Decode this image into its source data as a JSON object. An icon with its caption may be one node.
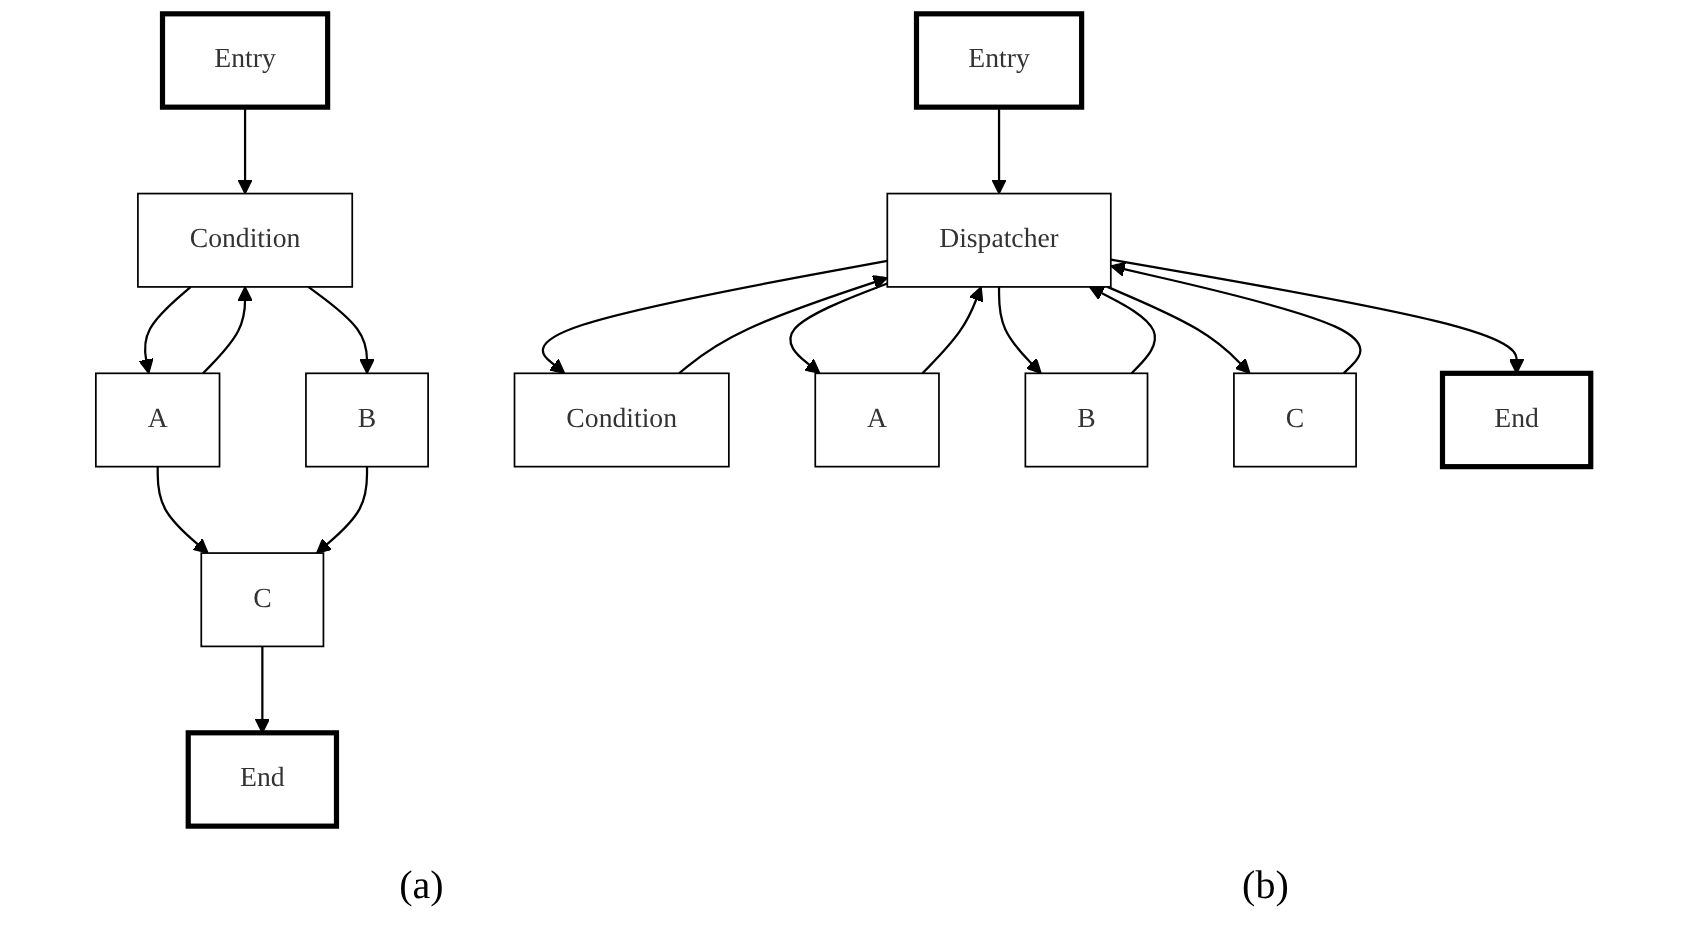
{
  "diagram": {
    "nodes": [
      {
        "text": [
          "Entry"
        ]
      },
      {
        "text": [
          "Condition"
        ]
      },
      {
        "text": [
          "A"
        ]
      },
      {
        "text": [
          "B"
        ]
      },
      {
        "text": [
          "C"
        ]
      },
      {
        "text": [
          "End"
        ]
      },
      {
        "text": [
          "Entry"
        ]
      },
      {
        "text": [
          "Dispatcher"
        ]
      },
      {
        "text": [
          "Condition"
        ]
      },
      {
        "text": [
          "A"
        ]
      },
      {
        "text": [
          "B"
        ]
      },
      {
        "text": [
          "C"
        ]
      },
      {
        "text": [
          "End"
        ]
      }
    ],
    "edges": [
      {
        "from": 0,
        "to": 1,
        "arrow": "to"
      },
      {
        "from": 1,
        "to": 2,
        "arrow": "to"
      },
      {
        "from": 1,
        "to": 3,
        "arrow": "to"
      },
      {
        "from": 2,
        "to": 1,
        "arrow": "to"
      },
      {
        "from": 2,
        "to": 4,
        "arrow": "to"
      },
      {
        "from": 3,
        "to": 4,
        "arrow": "to"
      },
      {
        "from": 4,
        "to": 5,
        "arrow": "to"
      },
      {
        "from": 6,
        "to": 7,
        "arrow": "to"
      },
      {
        "from": 7,
        "to": 8,
        "arrow": "to"
      },
      {
        "from": 8,
        "to": 7,
        "arrow": "to"
      },
      {
        "from": 7,
        "to": 9,
        "arrow": "to"
      },
      {
        "from": 9,
        "to": 7,
        "arrow": "to"
      },
      {
        "from": 7,
        "to": 10,
        "arrow": "to"
      },
      {
        "from": 10,
        "to": 7,
        "arrow": "to"
      },
      {
        "from": 7,
        "to": 11,
        "arrow": "to"
      },
      {
        "from": 11,
        "to": 7,
        "arrow": "to"
      },
      {
        "from": 7,
        "to": 12,
        "arrow": "to"
      }
    ],
    "labels": [
      "(a)",
      "(b)"
    ]
  }
}
